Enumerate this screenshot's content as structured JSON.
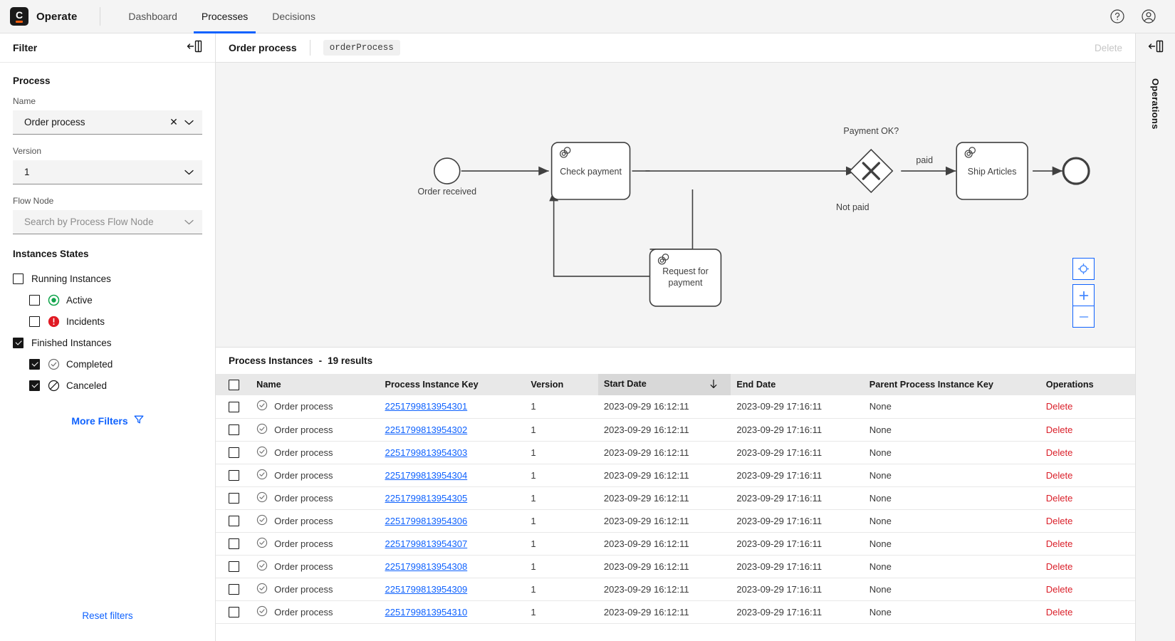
{
  "app": {
    "brand": "Operate",
    "logo_letter": "C",
    "accent": "#fc5d0d",
    "link_color": "#0f62fe",
    "danger_color": "#da1e28",
    "nav": [
      {
        "label": "Dashboard",
        "active": false
      },
      {
        "label": "Processes",
        "active": true
      },
      {
        "label": "Decisions",
        "active": false
      }
    ],
    "icons": {
      "help": "help-icon",
      "user": "user-avatar-icon"
    }
  },
  "filters": {
    "title": "Filter",
    "collapse_icon": "collapse-panel-icon",
    "process_section": "Process",
    "name_label": "Name",
    "name_value": "Order process",
    "version_label": "Version",
    "version_value": "1",
    "flow_node_label": "Flow Node",
    "flow_node_placeholder": "Search by Process Flow Node",
    "states_title": "Instances States",
    "checkboxes": [
      {
        "label": "Running Instances",
        "checked": false,
        "sub": false,
        "icon": null
      },
      {
        "label": "Active",
        "checked": false,
        "sub": true,
        "icon": "active-circle-icon"
      },
      {
        "label": "Incidents",
        "checked": false,
        "sub": true,
        "icon": "incident-warning-icon"
      },
      {
        "label": "Finished Instances",
        "checked": true,
        "sub": false,
        "icon": null
      },
      {
        "label": "Completed",
        "checked": true,
        "sub": true,
        "icon": "completed-check-icon"
      },
      {
        "label": "Canceled",
        "checked": true,
        "sub": true,
        "icon": "canceled-slash-icon"
      }
    ],
    "more_filters": "More Filters",
    "reset": "Reset filters"
  },
  "process_panel": {
    "name": "Order process",
    "id": "orderProcess",
    "delete_label": "Delete",
    "zoom_controls": [
      {
        "name": "reset-zoom-button",
        "glyph": "⬤"
      },
      {
        "name": "zoom-in-button",
        "glyph": "+"
      },
      {
        "name": "zoom-out-button",
        "glyph": "−"
      }
    ],
    "diagram": {
      "start_event": "Order received",
      "task_check_payment": "Check payment",
      "gateway_label": "Payment OK?",
      "flow_paid": "paid",
      "flow_not_paid": "Not paid",
      "task_ship": "Ship Articles",
      "task_request": "Request for payment"
    }
  },
  "instances": {
    "title": "Process Instances",
    "separator": "-",
    "count_label": "19 results",
    "columns": [
      "Name",
      "Process Instance Key",
      "Version",
      "Start Date",
      "End Date",
      "Parent Process Instance Key",
      "Operations"
    ],
    "sorted_column": "Start Date",
    "sort_direction": "desc",
    "rows": [
      {
        "name": "Order process",
        "key": "2251799813954301",
        "version": "1",
        "start": "2023-09-29 16:12:11",
        "end": "2023-09-29 17:16:11",
        "parent": "None",
        "op": "Delete",
        "state": "completed"
      },
      {
        "name": "Order process",
        "key": "2251799813954302",
        "version": "1",
        "start": "2023-09-29 16:12:11",
        "end": "2023-09-29 17:16:11",
        "parent": "None",
        "op": "Delete",
        "state": "completed"
      },
      {
        "name": "Order process",
        "key": "2251799813954303",
        "version": "1",
        "start": "2023-09-29 16:12:11",
        "end": "2023-09-29 17:16:11",
        "parent": "None",
        "op": "Delete",
        "state": "completed"
      },
      {
        "name": "Order process",
        "key": "2251799813954304",
        "version": "1",
        "start": "2023-09-29 16:12:11",
        "end": "2023-09-29 17:16:11",
        "parent": "None",
        "op": "Delete",
        "state": "completed"
      },
      {
        "name": "Order process",
        "key": "2251799813954305",
        "version": "1",
        "start": "2023-09-29 16:12:11",
        "end": "2023-09-29 17:16:11",
        "parent": "None",
        "op": "Delete",
        "state": "completed"
      },
      {
        "name": "Order process",
        "key": "2251799813954306",
        "version": "1",
        "start": "2023-09-29 16:12:11",
        "end": "2023-09-29 17:16:11",
        "parent": "None",
        "op": "Delete",
        "state": "completed"
      },
      {
        "name": "Order process",
        "key": "2251799813954307",
        "version": "1",
        "start": "2023-09-29 16:12:11",
        "end": "2023-09-29 17:16:11",
        "parent": "None",
        "op": "Delete",
        "state": "completed"
      },
      {
        "name": "Order process",
        "key": "2251799813954308",
        "version": "1",
        "start": "2023-09-29 16:12:11",
        "end": "2023-09-29 17:16:11",
        "parent": "None",
        "op": "Delete",
        "state": "completed"
      },
      {
        "name": "Order process",
        "key": "2251799813954309",
        "version": "1",
        "start": "2023-09-29 16:12:11",
        "end": "2023-09-29 17:16:11",
        "parent": "None",
        "op": "Delete",
        "state": "completed"
      },
      {
        "name": "Order process",
        "key": "2251799813954310",
        "version": "1",
        "start": "2023-09-29 16:12:11",
        "end": "2023-09-29 17:16:11",
        "parent": "None",
        "op": "Delete",
        "state": "completed"
      }
    ]
  },
  "operations_rail": {
    "label": "Operations",
    "collapse_icon": "expand-panel-icon"
  }
}
